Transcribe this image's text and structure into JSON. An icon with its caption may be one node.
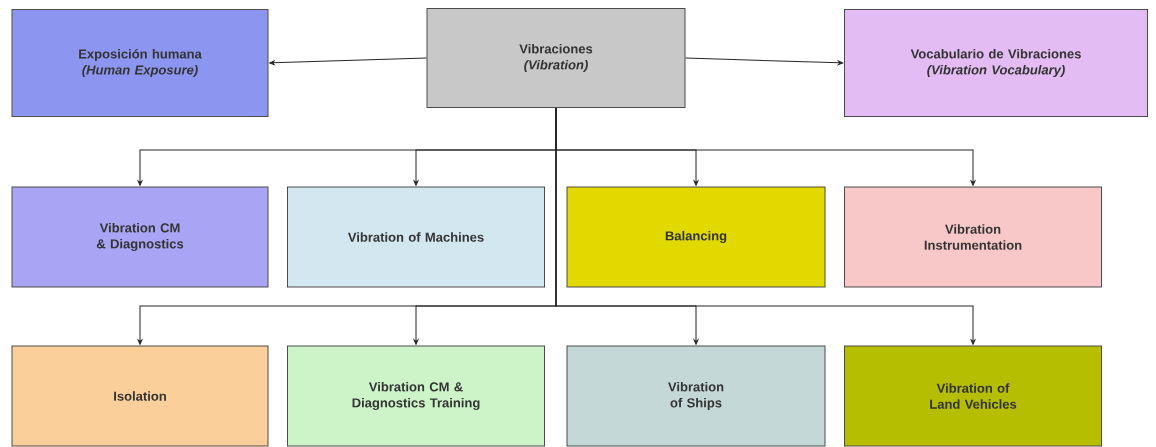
{
  "diagram": {
    "nodes": [
      {
        "text": [
          "Exposición humana",
          "(Human Exposure)"
        ]
      },
      {
        "text": [
          "Vibraciones",
          "(Vibration)"
        ]
      },
      {
        "text": [
          "Vocabulario de Vibraciones",
          "(Vibration Vocabulary)"
        ]
      },
      {
        "text": [
          "Vibration CM & Diagnostics"
        ]
      },
      {
        "text": [
          "Vibration of Machines"
        ]
      },
      {
        "text": [
          "Balancing"
        ]
      },
      {
        "text": [
          "Vibration Instrumentation"
        ]
      },
      {
        "text": [
          "Isolation"
        ]
      },
      {
        "text": [
          "Vibration CM & Diagnostics Training"
        ]
      },
      {
        "text": [
          "Vibration of Ships"
        ]
      },
      {
        "text": [
          "Vibration of Land Vehicles"
        ]
      }
    ],
    "edges": [
      {
        "from": 1,
        "to": 0,
        "arrow": "to"
      },
      {
        "from": 1,
        "to": 2,
        "arrow": "to"
      },
      {
        "from": 1,
        "to": 3,
        "arrow": "to"
      },
      {
        "from": 1,
        "to": 4,
        "arrow": "to"
      },
      {
        "from": 1,
        "to": 5,
        "arrow": "to"
      },
      {
        "from": 1,
        "to": 6,
        "arrow": "to"
      },
      {
        "from": 1,
        "to": 7,
        "arrow": "to"
      },
      {
        "from": 1,
        "to": 8,
        "arrow": "to"
      },
      {
        "from": 1,
        "to": 9,
        "arrow": "to"
      },
      {
        "from": 1,
        "to": 10,
        "arrow": "to"
      }
    ]
  }
}
